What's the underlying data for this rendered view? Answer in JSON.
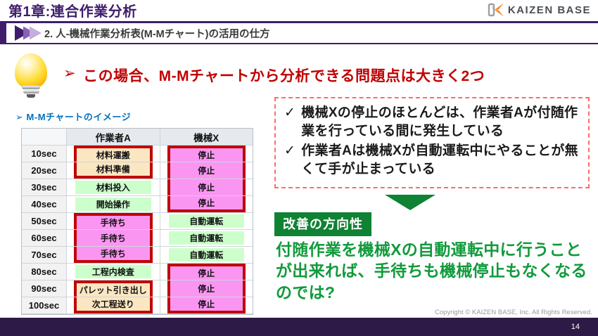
{
  "slide": {
    "chapter_title": "第1章:連合作業分析",
    "section_title": "2. 人-機械作業分析表(M-Mチャート)の活用の仕方",
    "logo_text": "KAIZEN BASE"
  },
  "headline": {
    "marker": "➢",
    "text": "この場合、M-Mチャートから分析できる問題点は大きく2つ"
  },
  "chart_section": {
    "marker": "➢",
    "label": "M-Mチャートのイメージ",
    "table": {
      "headers": [
        "",
        "作業者A",
        "機械X"
      ],
      "rows": [
        {
          "time": "10sec",
          "worker": {
            "label": "材料運搬",
            "type": "aux",
            "group": "start"
          },
          "machine": {
            "label": "停止",
            "type": "waste",
            "group": "start"
          }
        },
        {
          "time": "20sec",
          "worker": {
            "label": "材料準備",
            "type": "aux",
            "group": "end"
          },
          "machine": {
            "label": "停止",
            "type": "waste",
            "group": "mid"
          }
        },
        {
          "time": "30sec",
          "worker": {
            "label": "材料投入",
            "type": "main",
            "group": "none"
          },
          "machine": {
            "label": "停止",
            "type": "waste",
            "group": "mid"
          }
        },
        {
          "time": "40sec",
          "worker": {
            "label": "開始操作",
            "type": "main",
            "group": "none"
          },
          "machine": {
            "label": "停止",
            "type": "waste",
            "group": "end"
          }
        },
        {
          "time": "50sec",
          "worker": {
            "label": "手待ち",
            "type": "waste",
            "group": "start"
          },
          "machine": {
            "label": "自動運転",
            "type": "main",
            "group": "none"
          }
        },
        {
          "time": "60sec",
          "worker": {
            "label": "手待ち",
            "type": "waste",
            "group": "mid"
          },
          "machine": {
            "label": "自動運転",
            "type": "main",
            "group": "none"
          }
        },
        {
          "time": "70sec",
          "worker": {
            "label": "手待ち",
            "type": "waste",
            "group": "end"
          },
          "machine": {
            "label": "自動運転",
            "type": "main",
            "group": "none"
          }
        },
        {
          "time": "80sec",
          "worker": {
            "label": "工程内検査",
            "type": "main",
            "group": "none"
          },
          "machine": {
            "label": "停止",
            "type": "waste",
            "group": "start"
          }
        },
        {
          "time": "90sec",
          "worker": {
            "label": "パレット引き出し",
            "type": "aux",
            "group": "start"
          },
          "machine": {
            "label": "停止",
            "type": "waste",
            "group": "mid"
          }
        },
        {
          "time": "100sec",
          "worker": {
            "label": "次工程送り",
            "type": "aux",
            "group": "end"
          },
          "machine": {
            "label": "停止",
            "type": "waste",
            "group": "end"
          }
        }
      ]
    }
  },
  "findings": {
    "bullet": "✓",
    "items": [
      "機械Xの停止のほとんどは、作業者Aが付随作業を行っている間に発生している",
      "作業者Aは機械Xが自動運転中にやることが無くて手が止まっている"
    ]
  },
  "improvement": {
    "badge": "改善の方向性",
    "text": "付随作業を機械Xの自動運転中に行うことが出来れば、手待ちも機械停止もなくなるのでは?"
  },
  "footer": {
    "copyright": "Copyright ©  KAIZEN BASE, Inc.  All Rights Reserved.",
    "page_number": "14"
  },
  "colors": {
    "purple_dark": "#3F1D6B",
    "purple_mid": "#8A5FB5",
    "purple_light": "#C3AEDD",
    "footer_bar": "#2E1A47",
    "red_accent": "#C00000",
    "blue_accent": "#0070C0",
    "green_accent": "#119A3C",
    "green_dark": "#0F8233",
    "cell_aux": "#FBE6C2",
    "cell_main": "#CCFFCC",
    "cell_waste": "#FA96F2",
    "cell_border": "#C00000",
    "table_header_bg": "#E6EAEF",
    "time_col_bg": "#F2F2F2",
    "dashed_border": "#FF6B6B",
    "copyright_gray": "#999999",
    "logo_orange": "#F07F1A",
    "logo_gray": "#9AA0A6"
  }
}
